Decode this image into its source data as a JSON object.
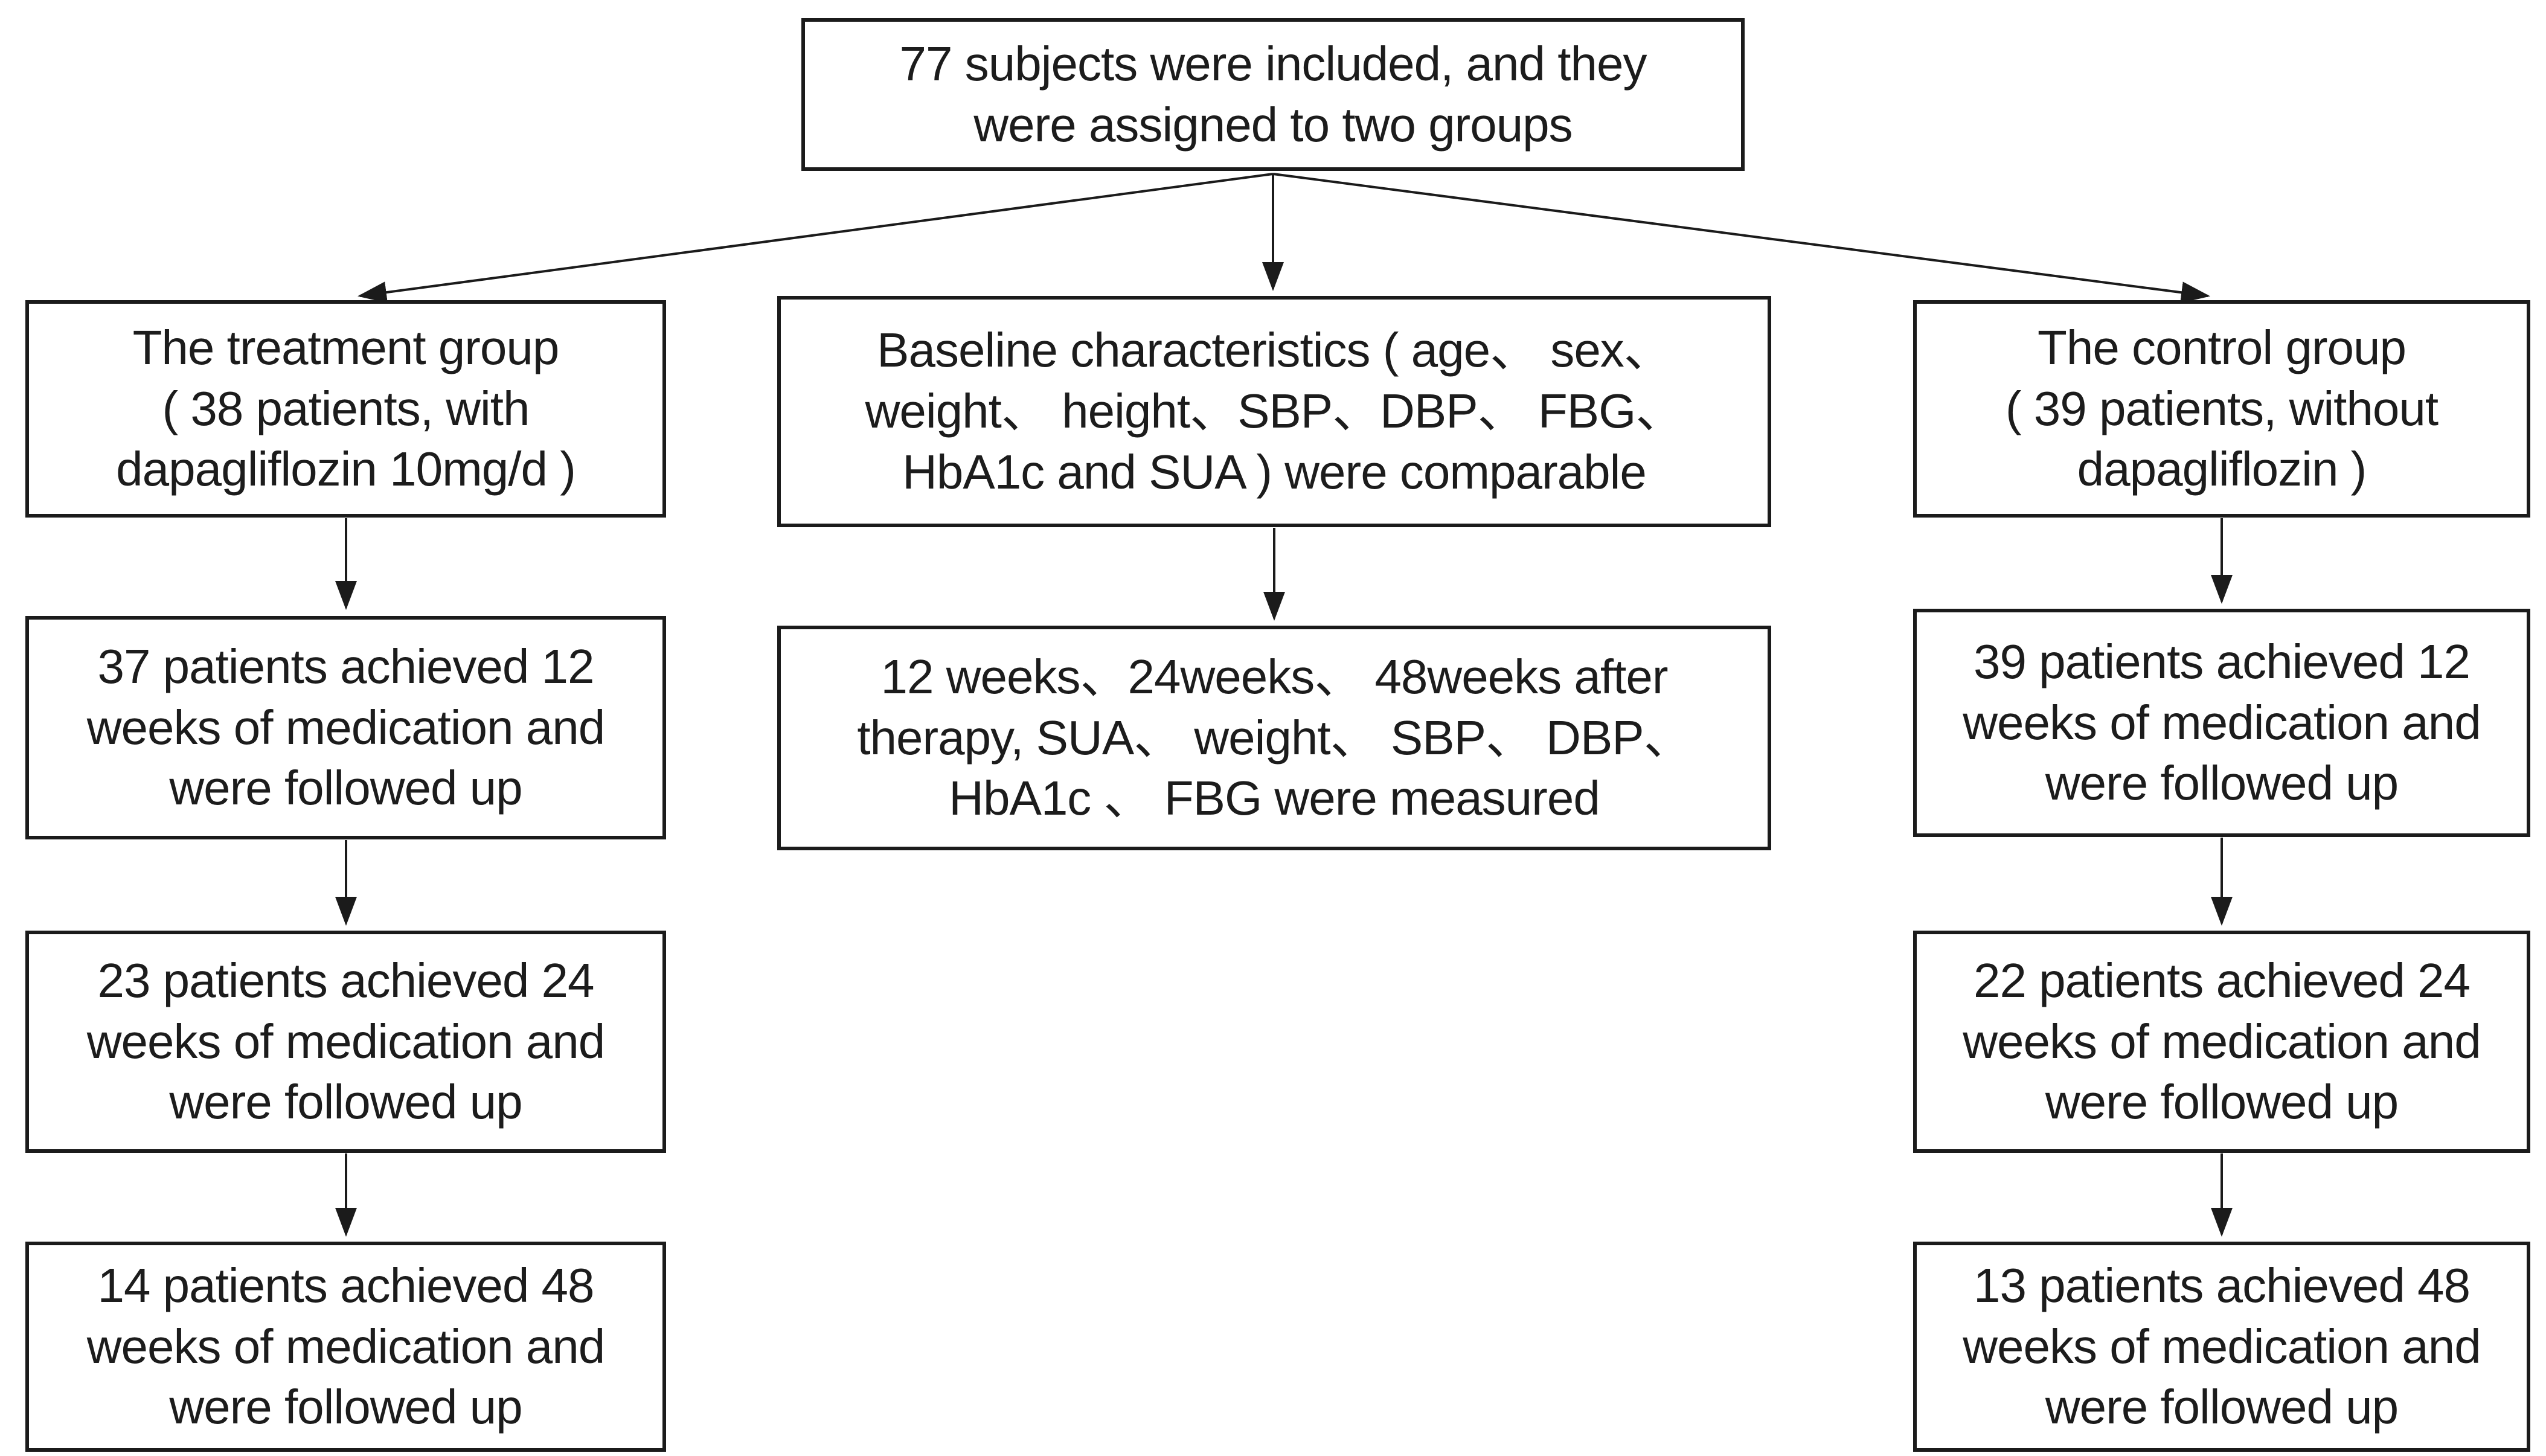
{
  "figure": {
    "type": "study-flowchart",
    "colors": {
      "line": "#1b1b1b",
      "text": "#1c1c1c",
      "background": "#ffffff"
    }
  },
  "boxes": {
    "total": [
      "77 subjects were included, and they",
      "were assigned to two groups"
    ],
    "treatment_group": [
      "The treatment group",
      "( 38 patients, with",
      "dapagliflozin 10mg/d )"
    ],
    "baseline": [
      "Baseline characteristics ( age、 sex、",
      "weight、 height、SBP、DBP、 FBG、",
      "HbA1c and SUA ) were comparable"
    ],
    "control_group": [
      "The control group",
      "( 39 patients, without",
      "dapagliflozin )"
    ],
    "treatment_12w": [
      "37 patients achieved 12",
      "weeks of medication and",
      "were followed up"
    ],
    "measures": [
      "12 weeks、24weeks、 48weeks after",
      "therapy, SUA、 weight、 SBP、 DBP、",
      "HbA1c 、 FBG were measured"
    ],
    "control_12w": [
      "39 patients achieved 12",
      "weeks of medication and",
      "were followed up"
    ],
    "treatment_24w": [
      "23 patients achieved 24",
      "weeks of medication and",
      "were followed up"
    ],
    "control_24w": [
      "22 patients achieved 24",
      "weeks of medication and",
      "were followed up"
    ],
    "treatment_48w": [
      "14 patients achieved 48",
      "weeks of medication and",
      "were followed up"
    ],
    "control_48w": [
      "13 patients achieved 48",
      "weeks of medication and",
      "were followed up"
    ]
  }
}
